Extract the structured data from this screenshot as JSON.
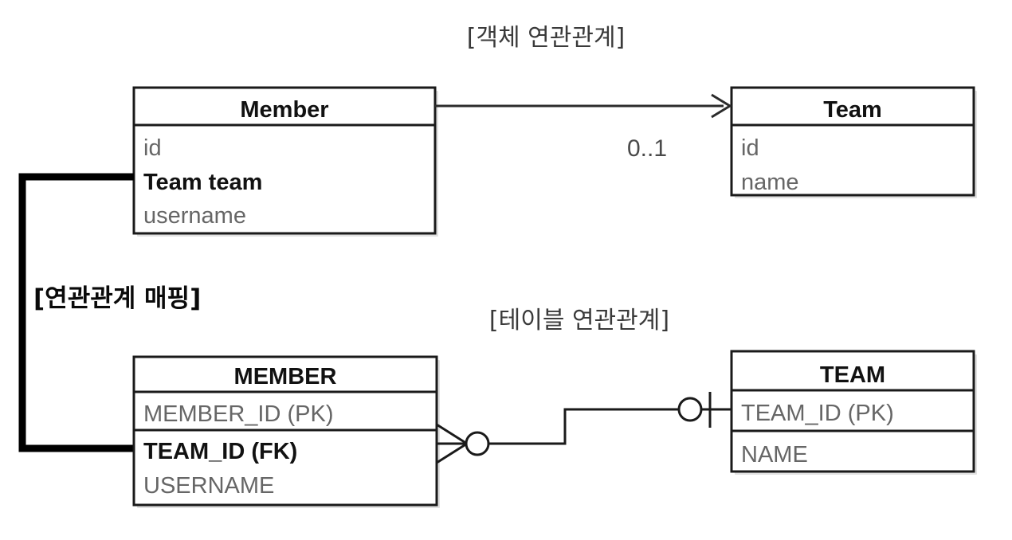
{
  "diagram": {
    "object_section_title": "[객체 연관관계]",
    "table_section_title": "[테이블 연관관계]",
    "mapping_label": "[연관관계 매핑]",
    "object_multiplicity": "0..1",
    "colors": {
      "stroke": "#1a1a1a",
      "background": "#ffffff",
      "attribute_text": "#666666",
      "emphasis_text": "#111111",
      "title_text": "#3a3a3a"
    }
  },
  "object_model": {
    "member": {
      "title": "Member",
      "attributes": [
        {
          "label": "id",
          "emphasis": false
        },
        {
          "label": "Team team",
          "emphasis": true
        },
        {
          "label": "username",
          "emphasis": false
        }
      ]
    },
    "team": {
      "title": "Team",
      "attributes": [
        {
          "label": "id",
          "emphasis": false
        },
        {
          "label": "name",
          "emphasis": false
        }
      ]
    },
    "association": {
      "from": "Member",
      "to": "Team",
      "multiplicity": "0..1",
      "arrow": "open-arrow"
    }
  },
  "table_model": {
    "member_table": {
      "title": "MEMBER",
      "columns": [
        {
          "label": "MEMBER_ID (PK)",
          "emphasis": false
        },
        {
          "label": "TEAM_ID (FK)",
          "emphasis": true
        },
        {
          "label": "USERNAME",
          "emphasis": false
        }
      ]
    },
    "team_table": {
      "title": "TEAM",
      "columns": [
        {
          "label": "TEAM_ID (PK)",
          "emphasis": false
        },
        {
          "label": "NAME",
          "emphasis": false
        }
      ]
    },
    "relationship": {
      "left_cardinality": "zero-or-many",
      "right_cardinality": "zero-or-one",
      "from": "MEMBER.TEAM_ID (FK)",
      "to": "TEAM.TEAM_ID (PK)"
    }
  }
}
